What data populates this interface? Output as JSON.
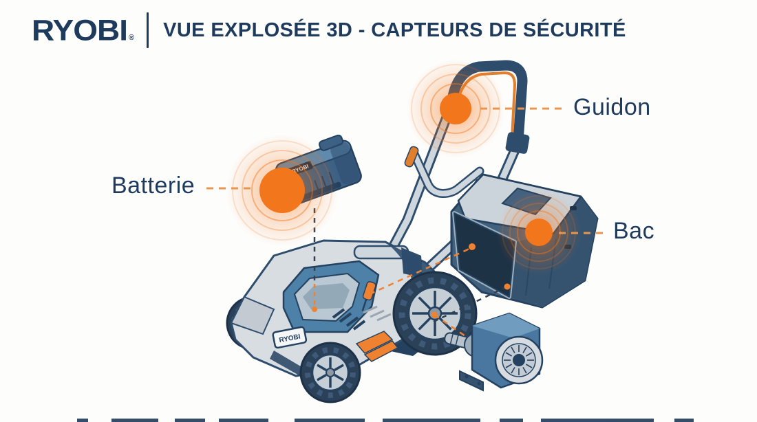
{
  "header": {
    "brand": "RYOBI",
    "registered": "®",
    "title": "VUE EXPLOSÉE 3D - CAPTEURS DE SÉCURITÉ"
  },
  "sensors": [
    {
      "id": "guidon",
      "label": "Guidon"
    },
    {
      "id": "batterie",
      "label": "Batterie"
    },
    {
      "id": "bac",
      "label": "Bac"
    }
  ],
  "illustration": {
    "mower_badge": "RYOBI",
    "battery_label": "RYOBI"
  },
  "colors": {
    "navy": "#1e3a5c",
    "orange": "#f2761b",
    "leader": "#e8964f",
    "steel": "#d8dde2",
    "blue": "#4e81a8"
  }
}
